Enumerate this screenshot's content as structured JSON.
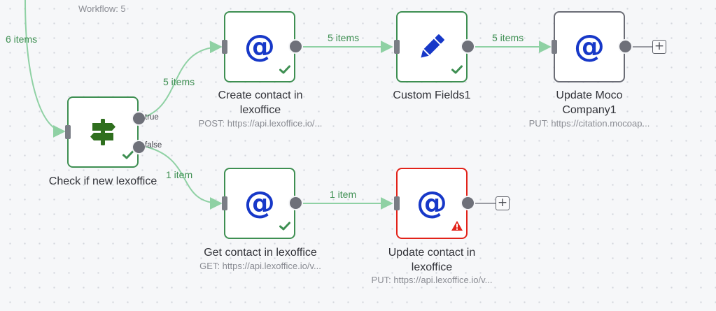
{
  "canvas": {
    "partial_title": "Workflow: 5"
  },
  "edge_labels": {
    "incoming": "6 items",
    "check_true": "5 items",
    "check_false": "1 item",
    "create_to_custom": "5 items",
    "custom_to_update_moco": "5 items",
    "get_to_update": "1 item"
  },
  "nodes": {
    "check_if_new": {
      "title": "Check if new lexoffice",
      "out_true": "true",
      "out_false": "false",
      "icon": "signpost-icon",
      "status": "success"
    },
    "create_contact": {
      "title": "Create contact in lexoffice",
      "subtitle": "POST: https://api.lexoffice.io/...",
      "icon": "at-sign-icon",
      "status": "success"
    },
    "custom_fields": {
      "title": "Custom Fields1",
      "icon": "pencil-icon",
      "status": "success"
    },
    "update_moco": {
      "title": "Update Moco Company1",
      "subtitle": "PUT: https://citation.mocoap...",
      "icon": "at-sign-icon",
      "status": "not-executed"
    },
    "get_contact": {
      "title": "Get contact in lexoffice",
      "subtitle": "GET: https://api.lexoffice.io/v...",
      "icon": "at-sign-icon",
      "status": "success"
    },
    "update_contact": {
      "title": "Update contact in lexoffice",
      "subtitle": "PUT: https://api.lexoffice.io/v...",
      "icon": "at-sign-icon",
      "status": "error"
    }
  },
  "add_button_label": "+",
  "colors": {
    "success": "#3e8f52",
    "error": "#e2231a",
    "neutral": "#6b6d76",
    "edge": "#8fd1a4",
    "accent_icon": "#1738c8"
  }
}
